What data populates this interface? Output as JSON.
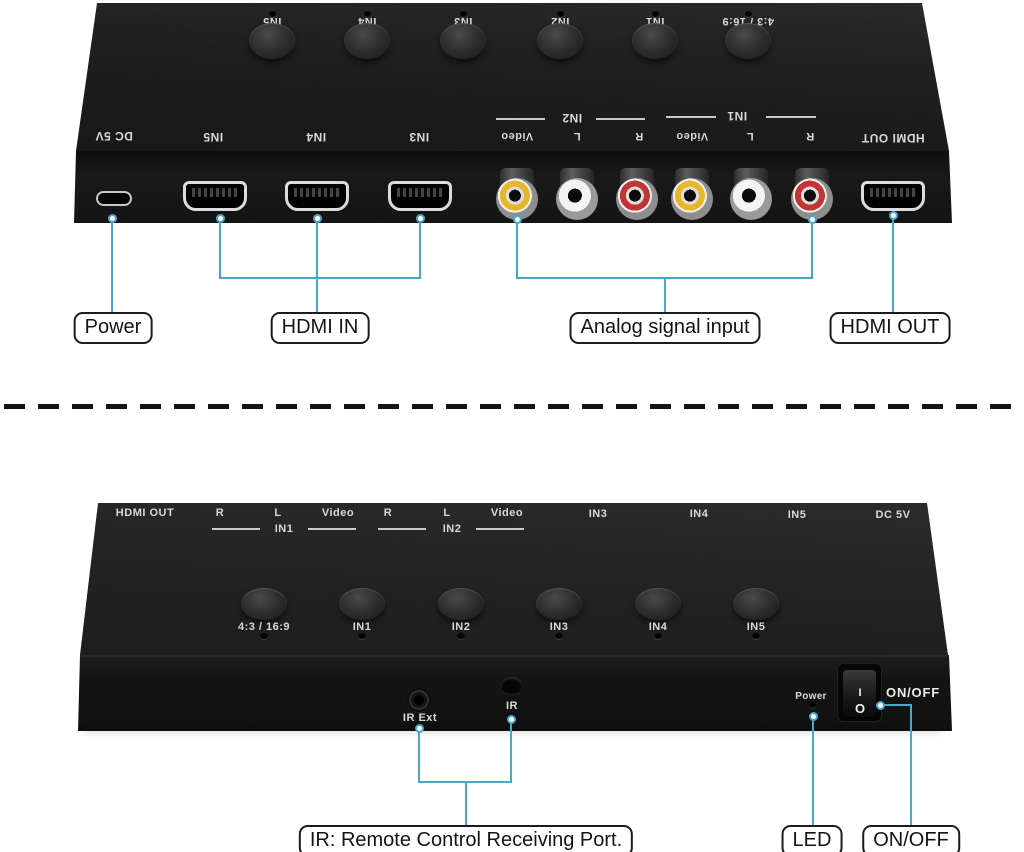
{
  "colors": {
    "callout": "#4BA7C7",
    "rca_yellow": "#E7B62B",
    "rca_white": "#F4F4F4",
    "rca_red": "#C23535"
  },
  "rear_view": {
    "top_buttons": [
      "IN5",
      "IN4",
      "IN3",
      "IN2",
      "IN1",
      "4:3 / 16:9"
    ],
    "panel": {
      "dc": "DC 5V",
      "hdmi_in": [
        "IN5",
        "IN4",
        "IN3"
      ],
      "in2_group": {
        "name": "IN2",
        "video": "Video",
        "l": "L",
        "r": "R"
      },
      "in1_group": {
        "name": "IN1",
        "video": "Video",
        "l": "L",
        "r": "R"
      },
      "hdmi_out": "HDMI OUT"
    },
    "callouts": {
      "power": "Power",
      "hdmi_in": "HDMI IN",
      "analog": "Analog signal input",
      "hdmi_out": "HDMI OUT"
    }
  },
  "front_view": {
    "top_labels": {
      "hdmi_out": "HDMI OUT",
      "in1": {
        "name": "IN1",
        "r": "R",
        "l": "L",
        "video": "Video"
      },
      "in2": {
        "name": "IN2",
        "r": "R",
        "l": "L",
        "video": "Video"
      },
      "in3": "IN3",
      "in4": "IN4",
      "in5": "IN5",
      "dc": "DC 5V"
    },
    "front_buttons": [
      "4:3 / 16:9",
      "IN1",
      "IN2",
      "IN3",
      "IN4",
      "IN5"
    ],
    "face": {
      "ir_ext": "IR Ext",
      "ir": "IR",
      "power": "Power",
      "switch_on": "I",
      "switch_off": "O",
      "onoff": "ON/OFF"
    },
    "callouts": {
      "ir": "IR: Remote Control Receiving Port.",
      "led": "LED",
      "onoff": "ON/OFF"
    }
  }
}
